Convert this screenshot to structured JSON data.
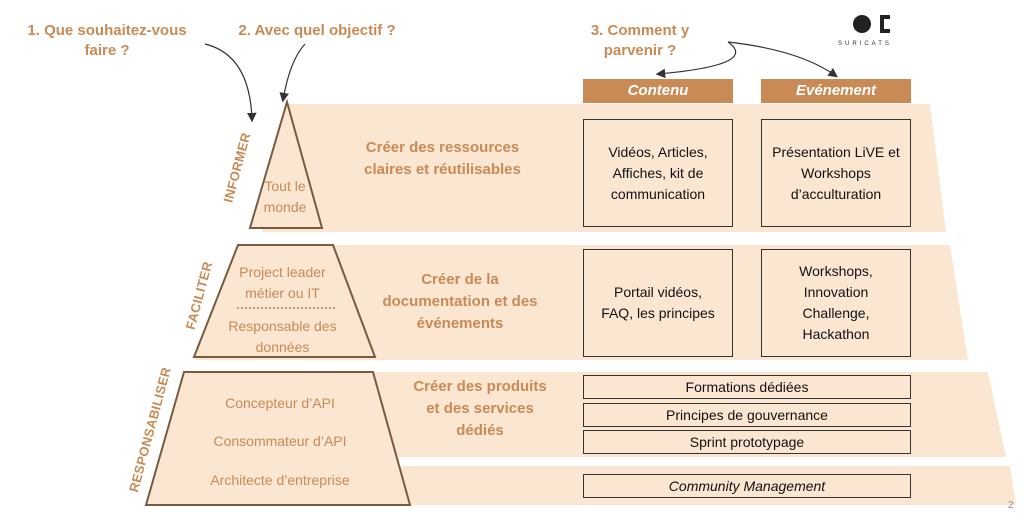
{
  "questions": {
    "q1": "1. Que souhaitez-vous faire ?",
    "q2": "2. Avec quel objectif ?",
    "q3": "3. Comment y parvenir ?"
  },
  "logo": {
    "text": "SURICATS"
  },
  "headers": {
    "contenu": "Contenu",
    "evenement": "Evénement"
  },
  "levels": [
    {
      "side": "INFORMER",
      "who": [
        "Tout le monde"
      ],
      "objective": "Créer des ressources claires et réutilisables",
      "contenu": "Vidéos, Articles, Affiches, kit de communication",
      "evenement": "Présentation LiVE et Workshops d’acculturation"
    },
    {
      "side": "FACILITER",
      "who": [
        "Project leader métier ou IT",
        "Responsable des données"
      ],
      "objective": "Créer de la documentation et des événements",
      "contenu": "Portail vidéos, FAQ, les principes",
      "evenement": "Workshops, Innovation Challenge, Hackathon"
    },
    {
      "side": "RESPONSABILISER",
      "who": [
        "Concepteur d’API",
        "Consommateur d’API",
        "Architecte d’entreprise"
      ],
      "objective": "Créer des produits et des services dédiés",
      "rows": [
        "Formations dédiées",
        "Principes de gouvernance",
        "Sprint prototypage",
        "Community Management"
      ]
    }
  ],
  "page_number": "2",
  "colors": {
    "accent": "#c98a55",
    "band": "#fbe6d2"
  }
}
